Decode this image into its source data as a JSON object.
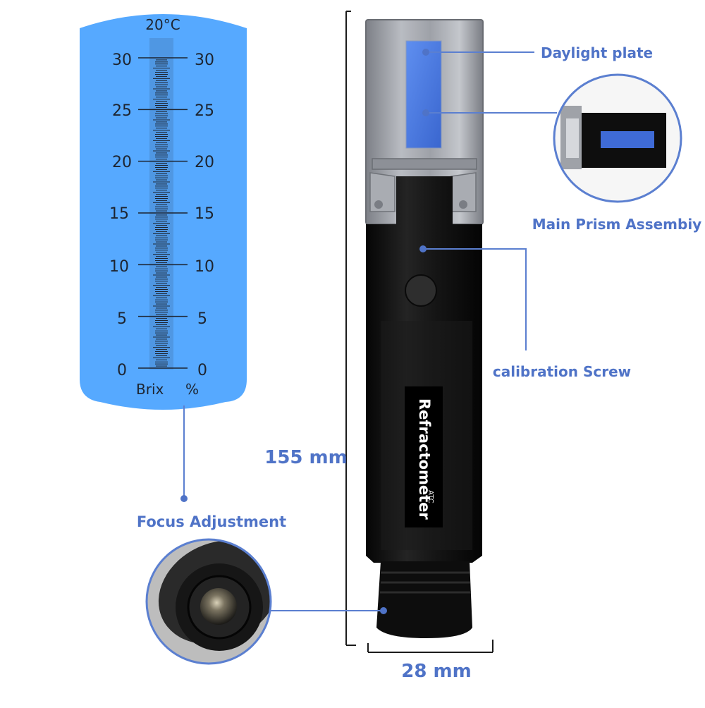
{
  "scale": {
    "temperature": "20°C",
    "left_unit": "Brix",
    "right_unit": "%",
    "tick_labels": [
      "30",
      "25",
      "20",
      "15",
      "10",
      "5",
      "0"
    ]
  },
  "device": {
    "name": "Refractometer",
    "sub": "ATC"
  },
  "labels": {
    "daylight_plate": "Daylight plate",
    "main_prism": "Main Prism Assembiy",
    "calibration_screw": "calibration Screw",
    "focus_adjustment": "Focus Adjustment"
  },
  "dimensions": {
    "length": "155 mm",
    "width": "28 mm"
  },
  "colors": {
    "accent": "#4f73c7",
    "scale_bg": "#56a9ff",
    "body": "#121212"
  }
}
